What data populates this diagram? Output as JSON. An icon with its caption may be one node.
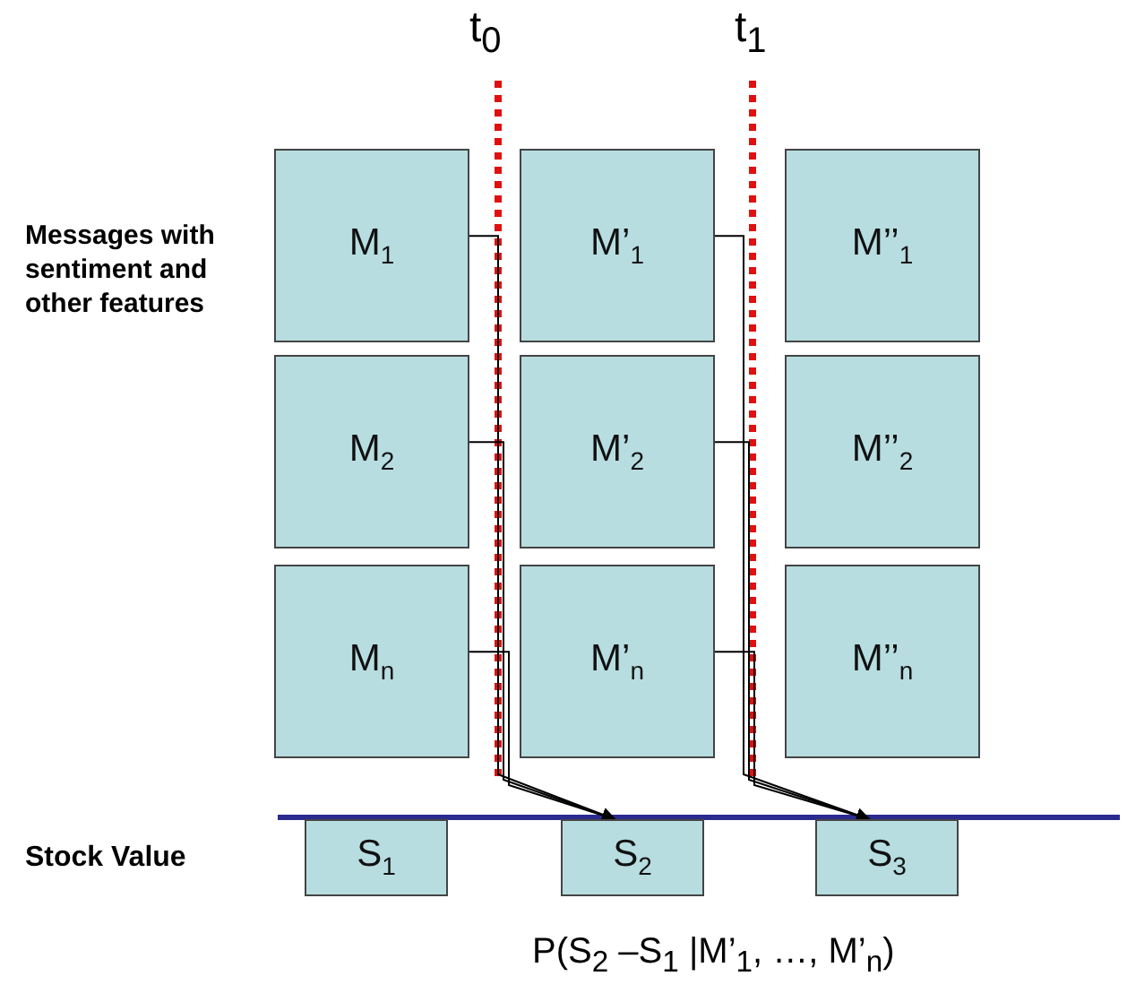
{
  "diagram": {
    "nodes": [
      {
        "text": [
          "M$_{1}$"
        ]
      },
      {
        "text": [
          "M’$_{1}$"
        ]
      },
      {
        "text": [
          "M’’$_{1}$"
        ]
      },
      {
        "text": [
          "M$_{2}$"
        ]
      },
      {
        "text": [
          "M’$_{2}$"
        ]
      },
      {
        "text": [
          "M’’$_{2}$"
        ]
      },
      {
        "text": [
          "M$_{n}$"
        ]
      },
      {
        "text": [
          "M’$_{n}$"
        ]
      },
      {
        "text": [
          "M’’$_{n}$"
        ]
      },
      {
        "text": [
          "S$_{1}$"
        ]
      },
      {
        "text": [
          "S$_{2}$"
        ]
      },
      {
        "text": [
          "S$_{3}$"
        ]
      }
    ],
    "edges": [
      {
        "from": 0,
        "to": 10,
        "arrow": "to"
      },
      {
        "from": 3,
        "to": 10,
        "arrow": "to"
      },
      {
        "from": 6,
        "to": 10,
        "arrow": "to"
      },
      {
        "from": 1,
        "to": 11,
        "arrow": "to"
      },
      {
        "from": 4,
        "to": 11,
        "arrow": "to"
      },
      {
        "from": 7,
        "to": 11,
        "arrow": "to"
      }
    ],
    "labels": [
      "t$_{0}$",
      "t$_{1}$",
      "Messages with sentiment and other features",
      "Stock Value",
      "P(S$_{2}$ –S$_{1}$ |M’$_{1}$, …, M’$_{n}$)"
    ]
  }
}
